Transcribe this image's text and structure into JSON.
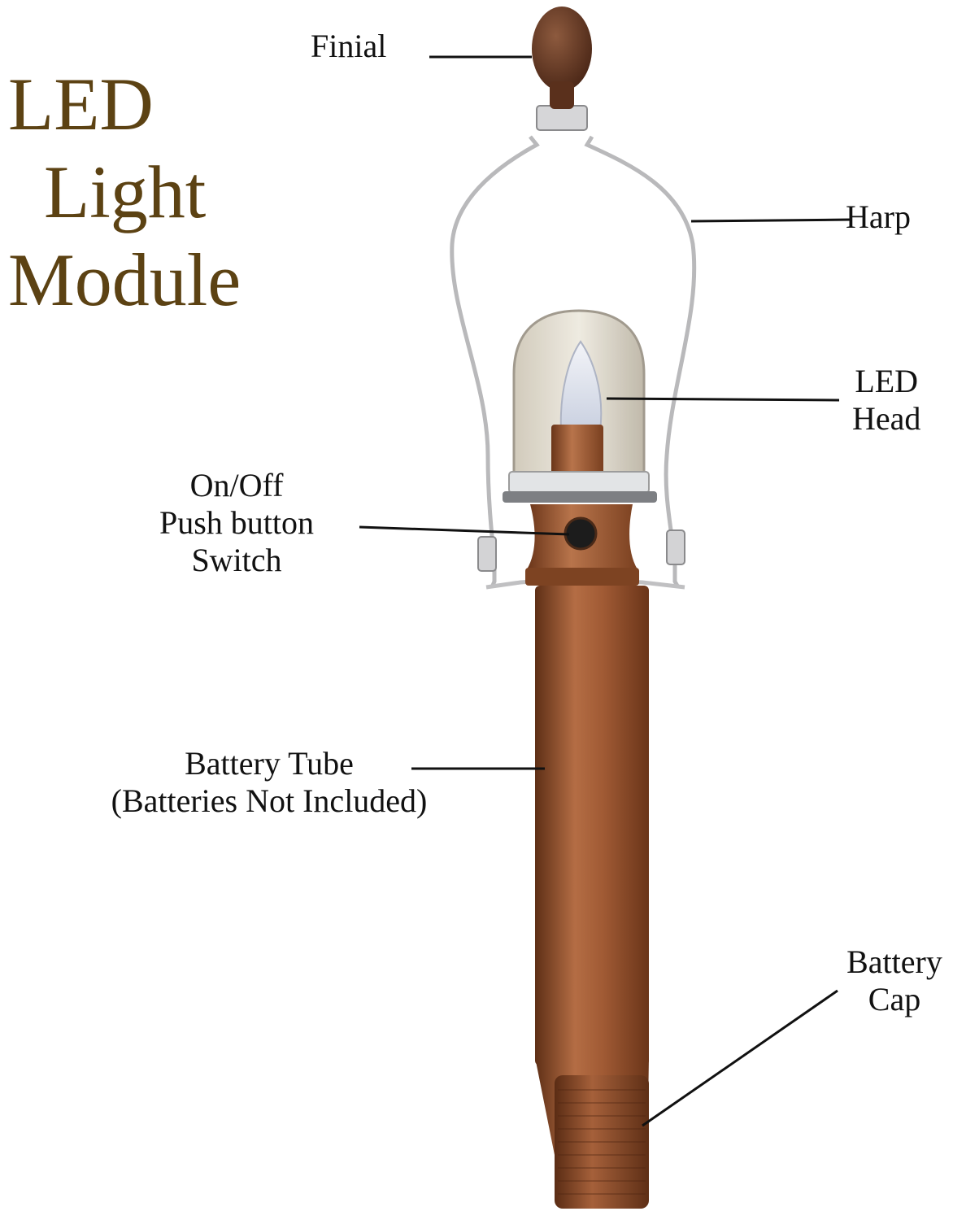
{
  "title": {
    "lines": [
      "LED",
      "Light",
      "Module"
    ],
    "color": "#5c4213"
  },
  "labels": {
    "finial": "Finial",
    "harp": "Harp",
    "led_head": [
      "LED",
      "Head"
    ],
    "switch": [
      "On/Off",
      "Push button",
      "Switch"
    ],
    "battery_tube": [
      "Battery Tube",
      "(Batteries Not Included)"
    ],
    "battery_cap": [
      "Battery",
      "Cap"
    ]
  },
  "colors": {
    "copper": "#a05a34",
    "copper_dark": "#6e3a1f",
    "finial": "#6b3e26",
    "harp": "#b9b9bb",
    "dome": "#d8d2c4",
    "leader_line": "#111111"
  }
}
